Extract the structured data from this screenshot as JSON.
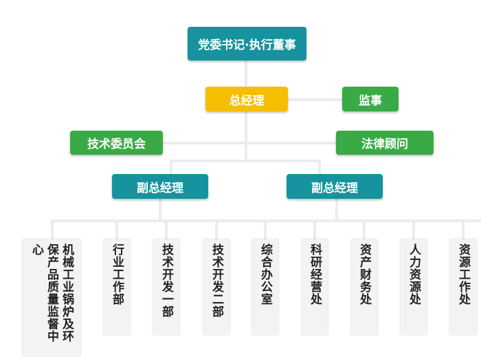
{
  "top": {
    "label": "党委书记·执行董事"
  },
  "general_manager": {
    "label": "总经理"
  },
  "supervisor": {
    "label": "监事"
  },
  "tech_committee": {
    "label": "技术委员会"
  },
  "legal_advisor": {
    "label": "法律顾问"
  },
  "deputy_left": {
    "label": "副总经理"
  },
  "deputy_right": {
    "label": "副总经理"
  },
  "departments": [
    {
      "label": "机械工业锅炉及环保产品质量监督中心"
    },
    {
      "label": "行业工作部"
    },
    {
      "label": "技术开发一部"
    },
    {
      "label": "技术开发二部"
    },
    {
      "label": "综合办公室"
    },
    {
      "label": "科研经营处"
    },
    {
      "label": "资产财务处"
    },
    {
      "label": "人力资源处"
    },
    {
      "label": "资源工作处"
    }
  ],
  "colors": {
    "teal": "#16939e",
    "gold": "#f6be00",
    "green": "#3aaa45",
    "connector": "#ececec",
    "dept_bg": "#f3f3f3"
  }
}
